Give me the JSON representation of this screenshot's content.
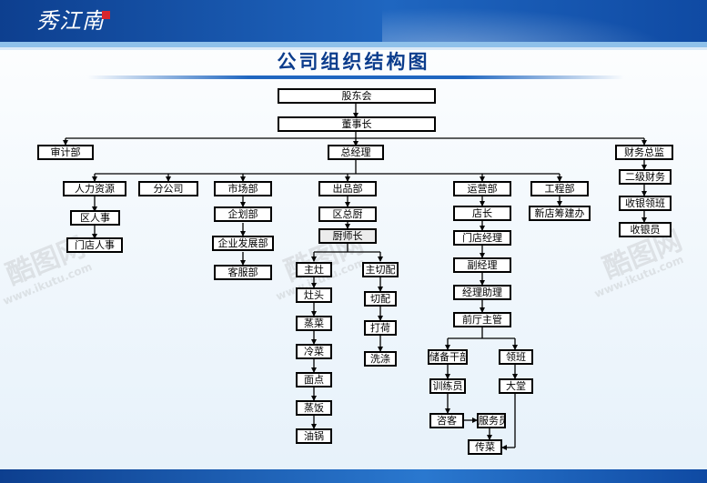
{
  "header": {
    "logo_text": "秀江南"
  },
  "title": "公司组织结构图",
  "watermark": {
    "brand": "酷图网",
    "url": "www.ikutu.com"
  },
  "colors": {
    "header_blue": "#1f66c0",
    "title_blue": "#0b3c8c",
    "box_border": "#000000",
    "line": "#000000"
  },
  "nodes": {
    "gudonghui": "股东会",
    "dongshizhang": "董事长",
    "shenjibu": "审计部",
    "zongjingli": "总经理",
    "caiwuzongjian": "财务总监",
    "renliziyuan": "人力资源",
    "quyurenshi": "区人事",
    "mendianrenshi": "门店人事",
    "fengongsi": "分公司",
    "shichangbu": "市场部",
    "qihuabu": "企划部",
    "qiyefazhanbu": "企业发展部",
    "kefubu": "客服部",
    "chupinbu": "出品部",
    "quzongchu": "区总厨",
    "chushizhang": "厨师长",
    "zhuzao": "主灶",
    "zaotou": "灶头",
    "zhengcai": "蒸菜",
    "lengcai": "冷菜",
    "miandian": "面点",
    "zhengfan": "蒸饭",
    "youguo": "油锅",
    "zhuqiepei": "主切配",
    "qiepei": "切配",
    "dahe": "打荷",
    "xidi": "洗涤",
    "yunyingbu": "运营部",
    "dianzhang": "店长",
    "mendianjingli": "门店经理",
    "fujingli": "副经理",
    "jinglizhuli": "经理助理",
    "qiantingzhuguan": "前厅主管",
    "chubeiganbu": "储备干部",
    "lingban": "领班",
    "xunlianyuan": "训练员",
    "datang": "大堂",
    "zike": "咨客",
    "fuwuyuan": "服务员",
    "chuancai": "传菜",
    "gongchengbu": "工程部",
    "xindianchoujianban": "新店筹建办",
    "erjicaiwu": "二级财务",
    "shouyinlingban": "收银领班",
    "shouyinyuan": "收银员"
  }
}
